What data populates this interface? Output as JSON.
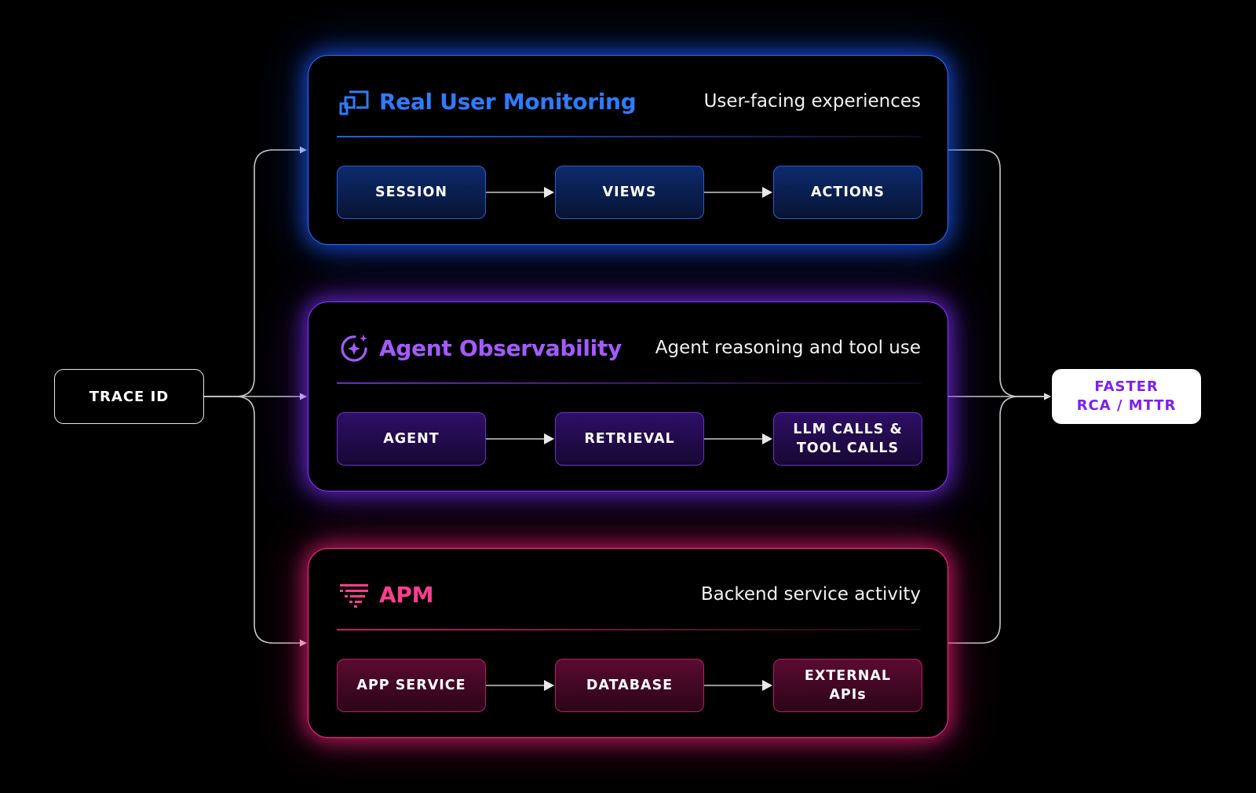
{
  "trace_node": {
    "label": "TRACE ID"
  },
  "outcome_node": {
    "lines": [
      "FASTER",
      "RCA / MTTR"
    ]
  },
  "colors": {
    "rum": "#2f7bff",
    "agent": "#a35bff",
    "apm": "#ff3d8f",
    "outcome_text": "#7b20f2",
    "connector": "#c8c8c8"
  },
  "panels": [
    {
      "key": "rum",
      "icon": "devices-icon",
      "title": "Real User Monitoring",
      "subtitle": "User-facing experiences",
      "steps": [
        {
          "label": "SESSION"
        },
        {
          "label": "VIEWS"
        },
        {
          "label": "ACTIONS"
        }
      ]
    },
    {
      "key": "agent",
      "icon": "sparkle-circle-icon",
      "title": "Agent Observability",
      "subtitle": "Agent reasoning and tool use",
      "steps": [
        {
          "label": "AGENT"
        },
        {
          "label": "RETRIEVAL"
        },
        {
          "label": "LLM CALLS &\nTOOL CALLS"
        }
      ]
    },
    {
      "key": "apm",
      "icon": "stacked-bars-icon",
      "title": "APM",
      "subtitle": "Backend service activity",
      "steps": [
        {
          "label": "APP SERVICE"
        },
        {
          "label": "DATABASE"
        },
        {
          "label": "EXTERNAL\nAPIs"
        }
      ]
    }
  ]
}
